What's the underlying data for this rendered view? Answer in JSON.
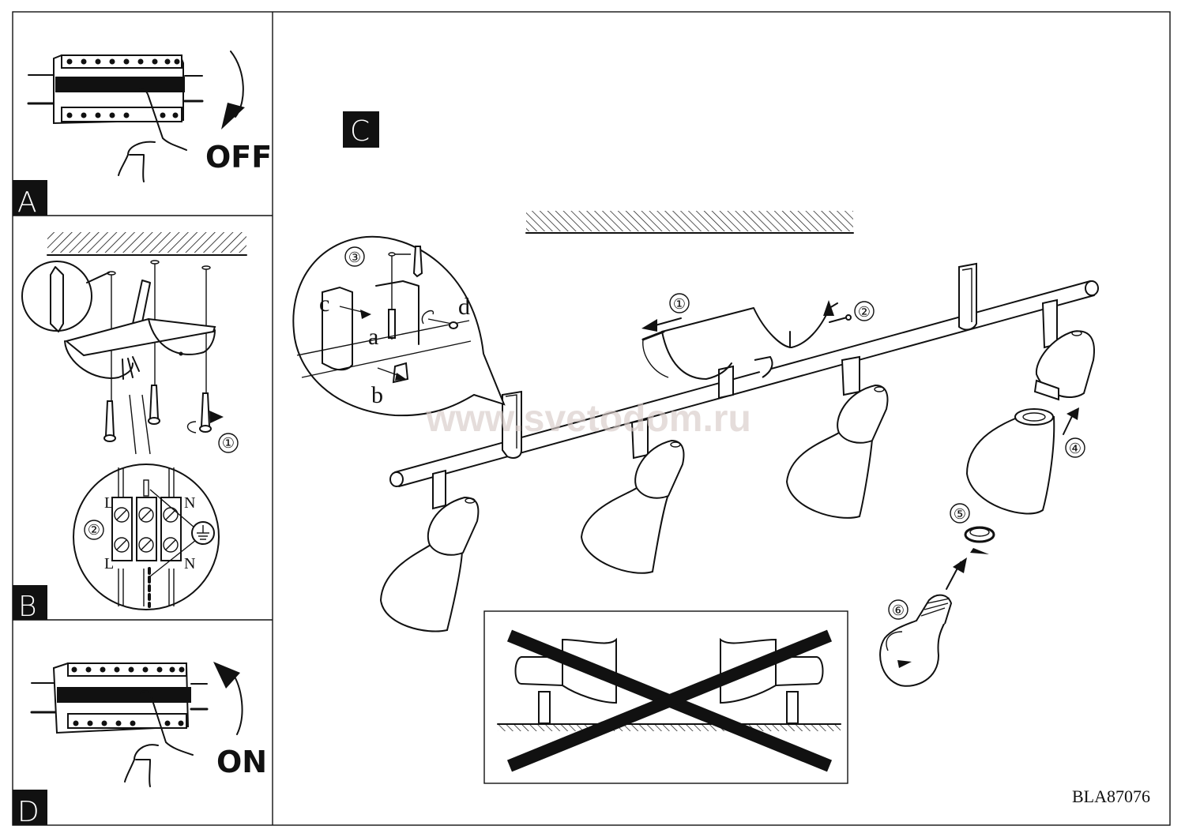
{
  "document": {
    "model_code": "BLA87076",
    "watermark": "www.svetodom.ru"
  },
  "panels": {
    "A": {
      "badge": "A",
      "label": "OFF",
      "description": "Switch off circuit breaker"
    },
    "B": {
      "badge": "B",
      "steps": [
        "①",
        "②"
      ],
      "terminal_labels": {
        "left_top": "L",
        "left_bottom": "L",
        "right_top": "N",
        "right_bottom": "N"
      },
      "ground_symbol": "earth-ground"
    },
    "C": {
      "badge": "C",
      "steps": [
        "①",
        "②",
        "③",
        "④",
        "⑤",
        "⑥"
      ],
      "detail_letters": {
        "a": "a",
        "b": "b",
        "c": "c",
        "d": "d"
      },
      "spotlight_count": 4
    },
    "D": {
      "badge": "D",
      "label": "ON",
      "description": "Switch on circuit breaker"
    }
  },
  "warning": {
    "description": "Do not mount on floor facing sideways",
    "crossed_out": true
  }
}
